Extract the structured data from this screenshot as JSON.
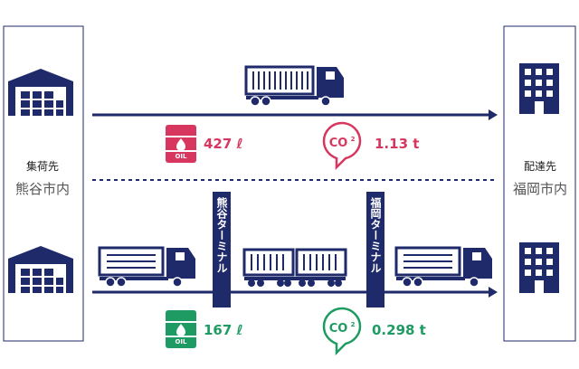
{
  "origin": {
    "label": "集荷先",
    "place": "熊谷市内"
  },
  "destination": {
    "label": "配達先",
    "place": "福岡市内"
  },
  "truck_route": {
    "fuel_badge": "OIL",
    "fuel_value": "427 ℓ",
    "co2_badge_main": "CO",
    "co2_badge_sub": "2",
    "co2_value": "1.13 t",
    "accent_color": "#d7375e"
  },
  "rail_route": {
    "terminal_start": "熊谷ターミナル",
    "terminal_end": "福岡ターミナル",
    "fuel_badge": "OIL",
    "fuel_value": "167 ℓ",
    "co2_badge_main": "CO",
    "co2_badge_sub": "2",
    "co2_value": "0.298 t",
    "accent_color": "#1e9b62"
  },
  "colors": {
    "navy": "#1f2a6b",
    "divider": "#1f2a6b"
  }
}
